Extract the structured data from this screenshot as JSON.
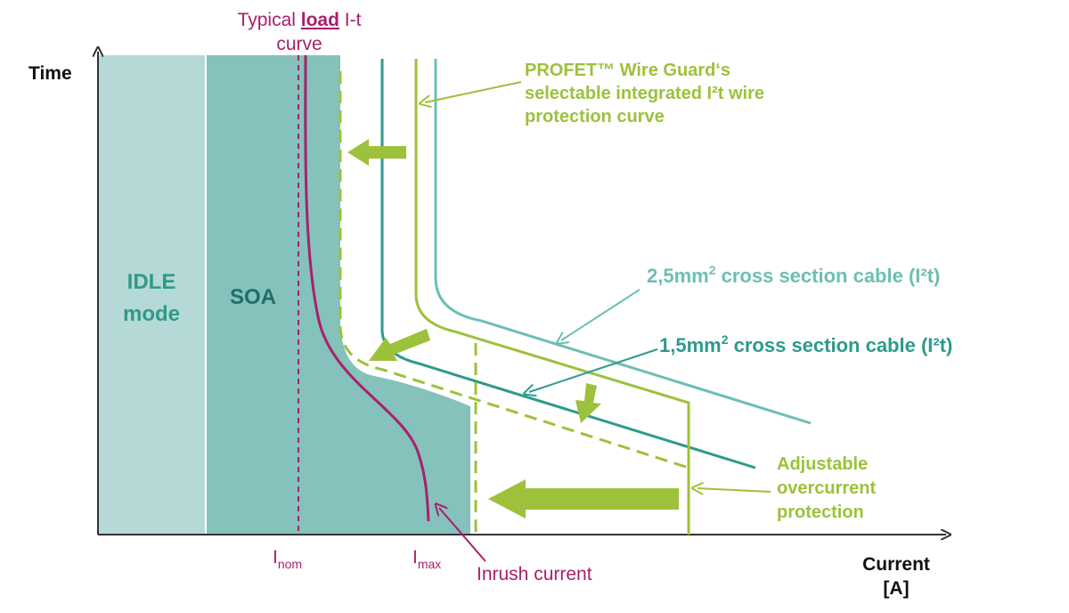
{
  "axes": {
    "y_label": "Time",
    "x_label_line1": "Current",
    "x_label_line2": "[A]"
  },
  "regions": {
    "idle_line1": "IDLE",
    "idle_line2": "mode",
    "soa": "SOA"
  },
  "load_curve": {
    "line1_pre": "Typical ",
    "line1_bold": "load",
    "line1_post": " I-t",
    "line2": "curve"
  },
  "wire_guard": {
    "line1": "PROFET™ Wire Guard‘s",
    "line2": "selectable integrated I²t wire",
    "line3": "protection curve"
  },
  "cable_25": {
    "pre": "2,5mm",
    "sup": "2",
    "post": " cross section cable (I²t)"
  },
  "cable_15": {
    "pre": "1,5mm",
    "sup": "2",
    "post": " cross section cable (I²t)"
  },
  "overcurrent": {
    "line1": "Adjustable",
    "line2": "overcurrent",
    "line3": "protection"
  },
  "ticks": {
    "inom_main": "I",
    "inom_sub": "nom",
    "imax_main": "I",
    "imax_sub": "max"
  },
  "inrush": "Inrush current",
  "colors": {
    "idle_fill": "#b5d9d6",
    "soa_fill": "#84c2bb",
    "magenta": "#a8206c",
    "lime": "#9dc13b",
    "teal": "#2e9a8c",
    "light_teal": "#6cbfb3",
    "axis": "#333333"
  }
}
